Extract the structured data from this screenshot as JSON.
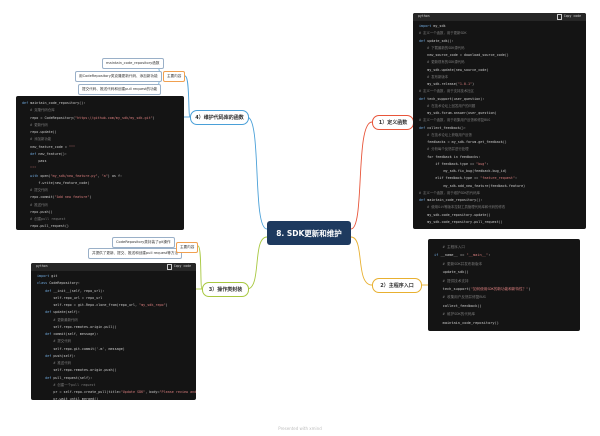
{
  "center": {
    "title": "8. SDK更新和维护"
  },
  "branches": {
    "b1": "1）定义函数",
    "b2": "2）主程序入口",
    "b3": "3）操作类封装",
    "b4": "4）维护代码库的函数"
  },
  "leaves": {
    "l4a": "maintain_code_repository函数",
    "l4b": "用CodeRepository类克隆更新代码、添加新功能",
    "l4c": "提交代码、推送代码和创建pull request的功能",
    "l4tag": "主要内容",
    "l3a": "CodeRepository类封装了git操作",
    "l3b": "并提供了更新、提交、推送和创建pull request等方法",
    "l3tag": "主要内容"
  },
  "code_b1": {
    "header": "python",
    "copy": "Copy code",
    "lines": [
      [
        "import",
        " my_sdk"
      ],
      [
        "# 定义一个函数，用于更新SDK",
        ""
      ],
      [
        "def",
        " update_sdk():"
      ],
      [
        "    # 下载最新的SDK源代码",
        ""
      ],
      [
        "",
        "    new_source_code = download_source_code()"
      ],
      [
        "    # 更新现有的SDK源代码",
        ""
      ],
      [
        "",
        "    my_sdk.update(new_source_code)"
      ],
      [
        "    # 发布新版本",
        ""
      ],
      [
        "",
        "    my_sdk.release(\"1.0.1\")"
      ],
      [
        "# 定义一个函数，用于支持技术社区",
        ""
      ],
      [
        "def",
        " tech_support(user_question):"
      ],
      [
        "    # 在技术论坛上回答用户的问题",
        ""
      ],
      [
        "",
        "    my_sdk.forum.answer(user_question)"
      ],
      [
        "# 定义一个函数，用于收集用户反馈和修复BUG",
        ""
      ],
      [
        "def",
        " collect_feedback():"
      ],
      [
        "    # 在技术论坛上获取用户反馈",
        ""
      ],
      [
        "",
        "    feedbacks = my_sdk.forum.get_feedback()"
      ],
      [
        "    # 分析每个反馈并进行处理",
        ""
      ],
      [
        "",
        "    for feedback in feedbacks:"
      ],
      [
        "",
        "        if feedback.type == \"bug\":"
      ],
      [
        "",
        "            my_sdk.fix_bug(feedback.bug_id)"
      ],
      [
        "",
        "        elif feedback.type == \"feature_request\":"
      ],
      [
        "",
        "            my_sdk.add_new_feature(feedback.feature)"
      ],
      [
        "# 定义一个函数，用于维护SDK的代码库",
        ""
      ],
      [
        "def",
        " maintain_code_repository():"
      ],
      [
        "    # 使用Git等版本控制工具管理代码库和代码的修改",
        ""
      ],
      [
        "",
        "    my_sdk.code_repository.update()"
      ],
      [
        "",
        "    my_sdk.code_repository.pull_request()"
      ]
    ]
  },
  "code_b2": {
    "lines": [
      [
        "    # 主程序入口",
        ""
      ],
      [
        "if",
        " __name__ == \"__main__\":"
      ],
      [
        "    # 更新SDK并发布新版本",
        ""
      ],
      [
        "",
        "    update_sdk()"
      ],
      [
        "    # 提供技术支持",
        ""
      ],
      [
        "",
        "    tech_support(\"如何使用SDK的新功能和新特性？\")"
      ],
      [
        "    # 收集用户反馈并修复BUG",
        ""
      ],
      [
        "",
        "    collect_feedback()"
      ],
      [
        "    # 维护SDK的代码库",
        ""
      ],
      [
        "",
        "    maintain_code_repository()"
      ]
    ]
  },
  "code_b3": {
    "header": "python",
    "copy": "Copy code",
    "lines": [
      [
        "import",
        " git"
      ],
      [
        "class",
        " CodeRepository:"
      ],
      [
        "    def",
        " __init__(self, repo_url):"
      ],
      [
        "",
        "        self.repo_url = repo_url"
      ],
      [
        "",
        "        self.repo = git.Repo.clone_from(repo_url, \"my_sdk_repo\")"
      ],
      [
        "    def",
        " update(self):"
      ],
      [
        "        # 更新最新代码",
        ""
      ],
      [
        "",
        "        self.repo.remotes.origin.pull()"
      ],
      [
        "    def",
        " commit(self, message):"
      ],
      [
        "        # 提交代码",
        ""
      ],
      [
        "",
        "        self.repo.git.commit('-m', message)"
      ],
      [
        "    def",
        " push(self):"
      ],
      [
        "        # 推送代码",
        ""
      ],
      [
        "",
        "        self.repo.remotes.origin.push()"
      ],
      [
        "    def",
        " pull_request(self):"
      ],
      [
        "        # 创建一个pull request",
        ""
      ],
      [
        "",
        "        pr = self.repo.create_pull(title=\"Update SDK\", body=\"Please review and merge\")"
      ],
      [
        "",
        "        pr.wait_until_merged()"
      ]
    ]
  },
  "code_b4": {
    "lines": [
      [
        "def",
        " maintain_code_repository():"
      ],
      [
        "    # 克隆代码仓库",
        ""
      ],
      [
        "",
        "    repo = CodeRepository(\"https://github.com/my_sdk/my_sdk.git\")"
      ],
      [
        "    # 更新代码",
        ""
      ],
      [
        "",
        "    repo.update()"
      ],
      [
        "    # 添加新功能",
        ""
      ],
      [
        "",
        "    new_feature_code = \"\"\""
      ],
      [
        "    def",
        " new_feature():"
      ],
      [
        "",
        "        pass"
      ],
      [
        "",
        "    \"\"\""
      ],
      [
        "    with",
        " open(\"my_sdk/new_feature.py\", \"a\") as f:"
      ],
      [
        "",
        "        f.write(new_feature_code)"
      ],
      [
        "    # 提交代码",
        ""
      ],
      [
        "",
        "    repo.commit(\"Add new feature\")"
      ],
      [
        "    # 推送代码",
        ""
      ],
      [
        "",
        "    repo.push()"
      ],
      [
        "    # 创建pull request",
        ""
      ],
      [
        "",
        "    repo.pull_request()"
      ]
    ]
  },
  "colors": {
    "center": "#1e3a5f",
    "b1": "#e8553a",
    "b2": "#e8b030",
    "b3": "#a8c840",
    "b4": "#4aa0d8"
  },
  "footer": "Presented with xmind"
}
